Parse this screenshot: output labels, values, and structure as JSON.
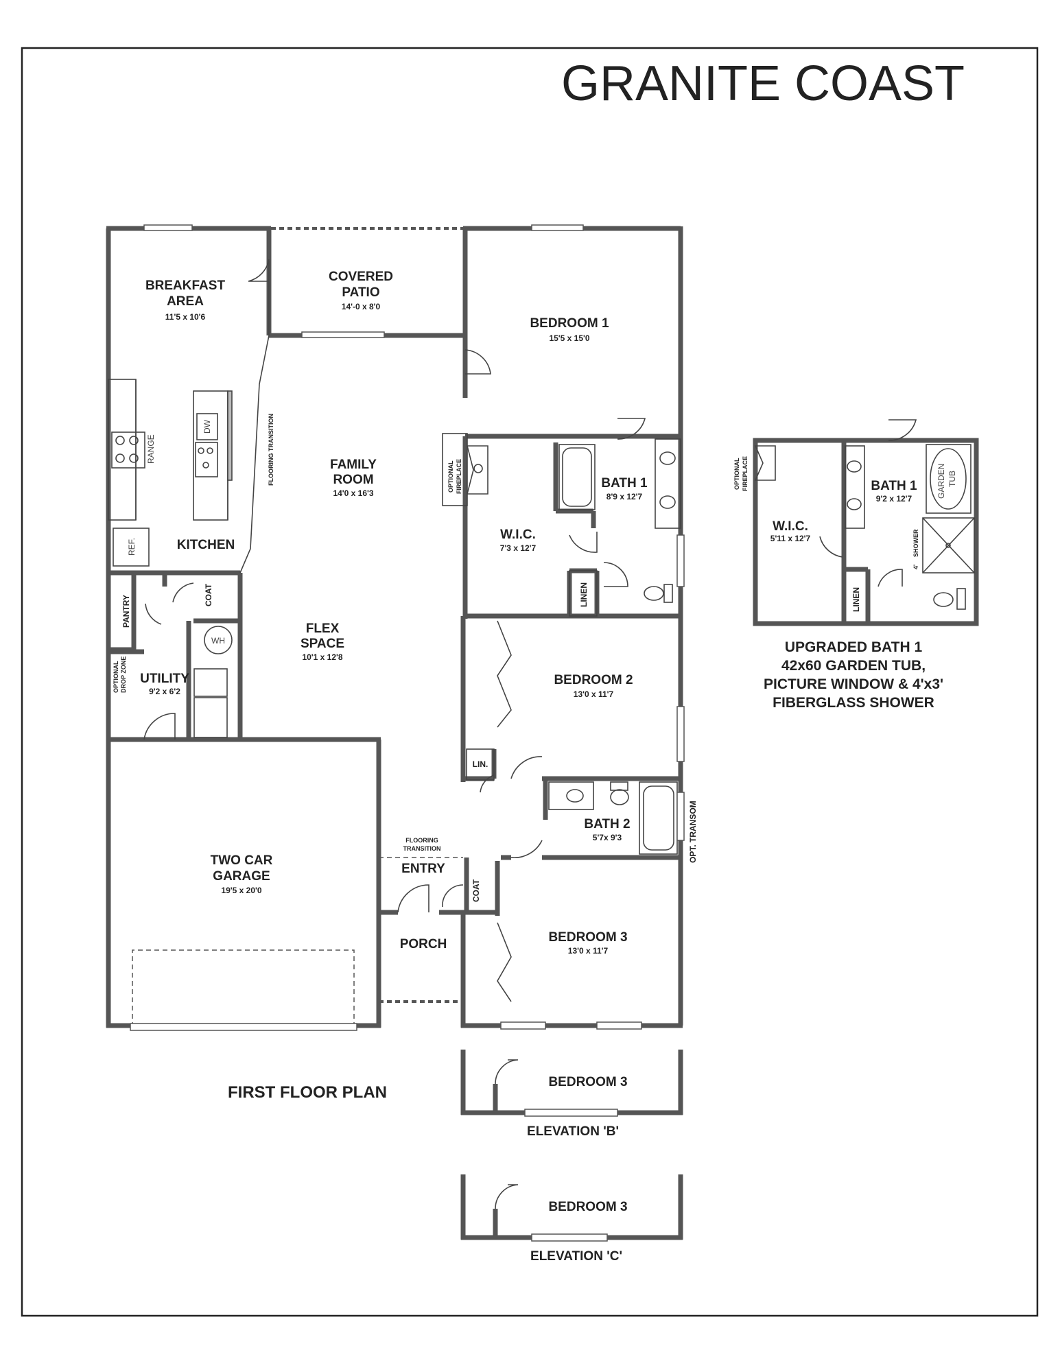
{
  "title": "GRANITE COAST",
  "rooms": {
    "breakfast": {
      "name_line1": "BREAKFAST",
      "name_line2": "AREA",
      "dim": "11'5 x 10'6"
    },
    "covered_patio": {
      "name_line1": "COVERED",
      "name_line2": "PATIO",
      "dim": "14'-0 x 8'0"
    },
    "bedroom1": {
      "name": "BEDROOM 1",
      "dim": "15'5 x 15'0"
    },
    "family_room": {
      "name_line1": "FAMILY",
      "name_line2": "ROOM",
      "dim": "14'0 x 16'3"
    },
    "kitchen": {
      "name": "KITCHEN"
    },
    "bath1": {
      "name": "BATH 1",
      "dim": "8'9 x 12'7"
    },
    "wic": {
      "name": "W.I.C.",
      "dim": "7'3 x 12'7"
    },
    "flex": {
      "name_line1": "FLEX",
      "name_line2": "SPACE",
      "dim": "10'1 x 12'8"
    },
    "utility": {
      "name": "UTILITY",
      "dim": "9'2 x 6'2"
    },
    "bedroom2": {
      "name": "BEDROOM 2",
      "dim": "13'0 x 11'7"
    },
    "garage": {
      "name_line1": "TWO CAR",
      "name_line2": "GARAGE",
      "dim": "19'5 x 20'0"
    },
    "bath2": {
      "name": "BATH 2",
      "dim": "5'7x 9'3"
    },
    "entry": {
      "name": "ENTRY"
    },
    "porch": {
      "name": "PORCH"
    },
    "bedroom3": {
      "name": "BEDROOM 3",
      "dim": "13'0 x 11'7"
    }
  },
  "labels": {
    "pantry": "PANTRY",
    "coat": "COAT",
    "coat_entry": "COAT",
    "wh": "WH",
    "ref": "REF.",
    "range": "RANGE",
    "dw": "DW",
    "optional_fireplace_line1": "OPTIONAL",
    "optional_fireplace_line2": "FIREPLACE",
    "linen": "LINEN",
    "lin": "LIN.",
    "flooring_transition": "FLOORING TRANSITION",
    "flooring_transition_line1": "FLOORING",
    "flooring_transition_line2": "TRANSITION",
    "opt_transom": "OPT. TRANSOM",
    "optional_drop_zone_line1": "OPTIONAL",
    "optional_drop_zone_line2": "DROP ZONE"
  },
  "first_floor_caption": "FIRST FLOOR PLAN",
  "upgraded_bath": {
    "bath_name": "BATH 1",
    "bath_dim": "9'2 x 12'7",
    "wic_name": "W.I.C.",
    "wic_dim": "5'11 x 12'7",
    "garden_tub_line1": "GARDEN",
    "garden_tub_line2": "TUB",
    "shower": "SHOWER",
    "shower_dim": "4'",
    "linen": "LINEN",
    "fireplace_line1": "OPTIONAL",
    "fireplace_line2": "FIREPLACE",
    "note_lines": [
      "UPGRADED BATH 1",
      "42x60 GARDEN TUB,",
      "PICTURE WINDOW & 4'x3'",
      "FIBERGLASS SHOWER"
    ]
  },
  "elevation_b": {
    "room": "BEDROOM 3",
    "caption": "ELEVATION 'B'"
  },
  "elevation_c": {
    "room": "BEDROOM 3",
    "caption": "ELEVATION 'C'"
  }
}
